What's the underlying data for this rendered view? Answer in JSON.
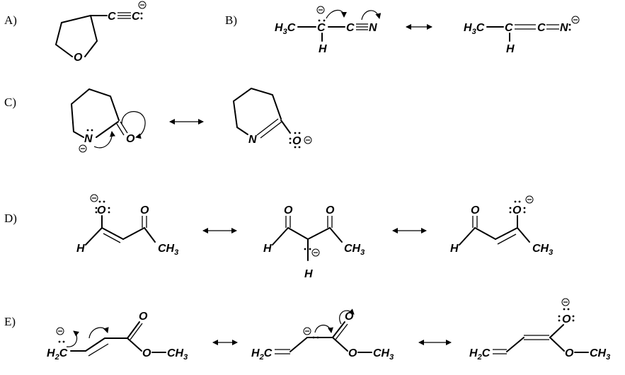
{
  "problems": [
    {
      "label": "A)"
    },
    {
      "label": "B)"
    },
    {
      "label": "C)"
    },
    {
      "label": "D)"
    },
    {
      "label": "E)"
    }
  ],
  "atoms": {
    "C": "C",
    "O": "O",
    "N": "N",
    "H": "H",
    "H3C": "H3C",
    "CH3": "CH3",
    "H2C": "H2C"
  }
}
